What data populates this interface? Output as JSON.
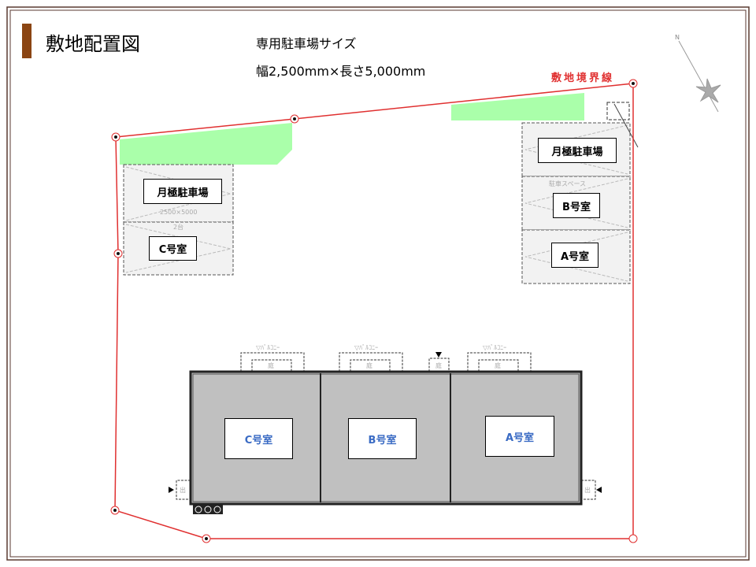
{
  "title": "敷地配置図",
  "parking_size": {
    "line1": "専用駐車場サイズ",
    "line2": "幅2,500mm×長さ5,000mm"
  },
  "boundary_label": "敷地境界線",
  "colors": {
    "title_bar": "#8b4513",
    "boundary": "#e03030",
    "green": "#aaffaa",
    "building": "#c0c0c0",
    "room_text": "#3a6bc4"
  },
  "left_parking": {
    "monthly": "月極駐車場",
    "room": "C号室",
    "size_note": "2500×5000",
    "count_note": "2台"
  },
  "right_parking": {
    "monthly": "月極駐車場",
    "space_note": "駐車スペース",
    "room_b": "B号室",
    "room_a": "A号室"
  },
  "building": {
    "rooms": [
      "C号室",
      "B号室",
      "A号室"
    ],
    "balcony": "▽ﾊﾞﾙｺﾆｰ",
    "garden": "庭",
    "entrance": "出"
  },
  "compass": {
    "north": "N"
  }
}
